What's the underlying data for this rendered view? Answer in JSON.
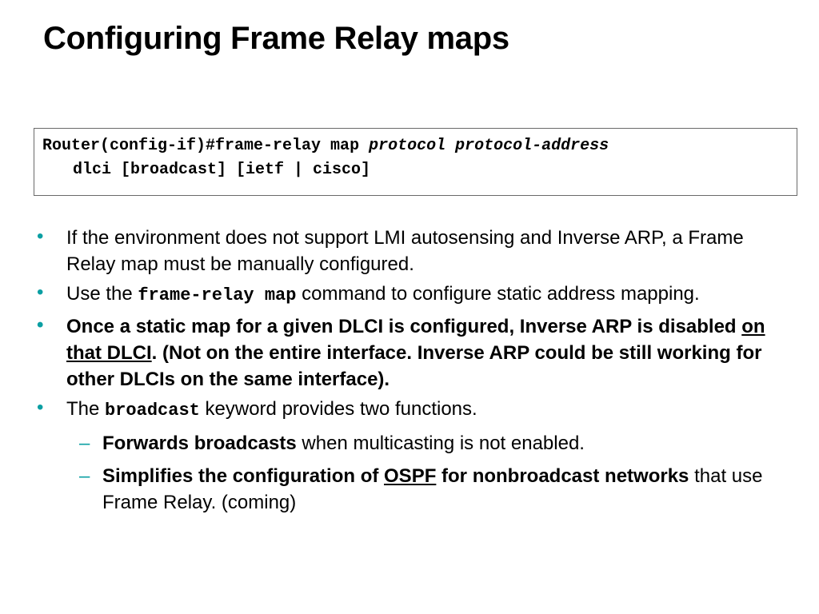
{
  "slide": {
    "title": "Configuring Frame Relay maps"
  },
  "command": {
    "prefix": "Router(config-if)#frame-relay map ",
    "arg1": "protocol",
    "space": " ",
    "arg2": "protocol-address",
    "line2": "dlci [broadcast] [ietf | cisco]"
  },
  "bullets": {
    "b1": "If the environment does not support LMI autosensing and Inverse ARP, a Frame Relay map must be manually configured.",
    "b2_pre": "Use the ",
    "b2_code": "frame-relay map",
    "b2_post": " command to configure static address mapping.",
    "b3_pre": "Once a static map for a given DLCI is configured, Inverse ARP is disabled ",
    "b3_link": "on that DLCI",
    "b3_post": ". (Not on the entire interface.  Inverse ARP could be still working for other DLCIs on the same interface).",
    "b4_pre": "The ",
    "b4_code": "broadcast",
    "b4_post": " keyword provides two functions."
  },
  "subbullets": {
    "s1_bold": "Forwards broadcasts",
    "s1_rest": " when multicasting is not enabled.",
    "s2_bold1": "Simplifies the configuration of ",
    "s2_link": "OSPF",
    "s2_bold2": " for nonbroadcast networks",
    "s2_rest": " that use Frame Relay. (coming)"
  },
  "glyphs": {
    "bullet": "•",
    "dash": "–"
  },
  "colors": {
    "bullet": "#0b9fa3",
    "box_border": "#6a6a6a"
  }
}
